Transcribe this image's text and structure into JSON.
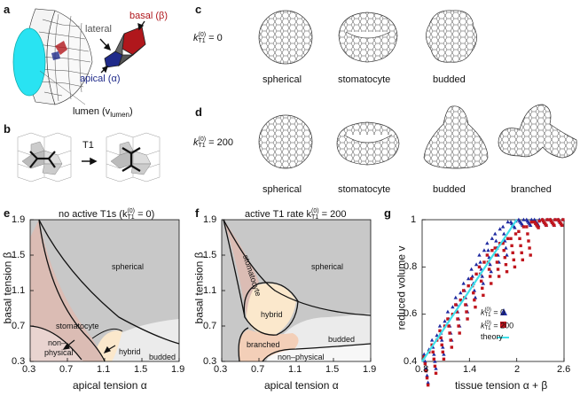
{
  "panels": {
    "a": {
      "letter": "a",
      "labels": {
        "lateral": "lateral",
        "basal": "basal (β)",
        "apical": "apical (α)",
        "lumen_pre": "lumen (v",
        "lumen_sub": "lumen",
        "lumen_post": ")"
      },
      "colors": {
        "lumen": "#29e3f2",
        "basal": "#b0171c",
        "apical": "#1f2a8a",
        "lateral": "#555555"
      }
    },
    "b": {
      "letter": "b",
      "arrow_label": "T1"
    },
    "c": {
      "letter": "c",
      "rate_label": "k",
      "rate_sub": "T1",
      "rate_sup": "(0)",
      "rate_value": " = 0",
      "shapes": [
        "spherical",
        "stomatocyte",
        "budded"
      ]
    },
    "d": {
      "letter": "d",
      "rate_label": "k",
      "rate_sub": "T1",
      "rate_sup": "(0)",
      "rate_value": " = 200",
      "shapes": [
        "spherical",
        "stomatocyte",
        "budded",
        "branched"
      ]
    },
    "e": {
      "letter": "e",
      "title": "no active T1s (k",
      "title_sub": "T1",
      "title_sup": "(0)",
      "title_post": " = 0)",
      "xlabel": "apical tension α",
      "ylabel": "basal tension β",
      "xticks": [
        "0.3",
        "0.7",
        "1.1",
        "1.5",
        "1.9"
      ],
      "yticks": [
        "1.9",
        "1.5",
        "1.1",
        "0.7",
        "0.3"
      ],
      "regions": {
        "spherical": "spherical",
        "stomatocyte": "stomatocyte",
        "non_physical_1": "non–",
        "non_physical_2": "physical",
        "hybrid": "hybrid",
        "budded": "budded"
      }
    },
    "f": {
      "letter": "f",
      "title": "active T1 rate k",
      "title_sub": "T1",
      "title_sup": "(0)",
      "title_post": " = 200",
      "xlabel": "apical tension α",
      "ylabel": "basal tension β",
      "xticks": [
        "0.3",
        "0.7",
        "1.1",
        "1.5",
        "1.9"
      ],
      "yticks": [
        "1.9",
        "1.5",
        "1.1",
        "0.7",
        "0.3"
      ],
      "regions": {
        "spherical": "spherical",
        "stomatocyte": "stomatocyte",
        "hybrid": "hybrid",
        "branched": "branched",
        "budded": "budded",
        "non_physical": "non–physical"
      }
    },
    "g": {
      "letter": "g",
      "xlabel": "tissue tension α + β",
      "ylabel": "reduced volume v",
      "xticks": [
        "0.8",
        "1.4",
        "2",
        "2.6"
      ],
      "yticks": [
        "1",
        "0.8",
        "0.6",
        "0.4"
      ],
      "legend": [
        {
          "prefix": "k",
          "sub": "T1",
          "sup": "(0)",
          "value": " = 0",
          "color": "#1f2aa0",
          "marker": "triangle"
        },
        {
          "prefix": "k",
          "sub": "T1",
          "sup": "(0)",
          "value": " = 200",
          "color": "#c0151d",
          "marker": "square"
        },
        {
          "prefix": "theory",
          "sub": "",
          "sup": "",
          "value": "",
          "color": "#3fe0ea",
          "marker": "line"
        }
      ]
    }
  },
  "chart_data": [
    {
      "type": "area",
      "panel": "e",
      "xlim": [
        0.3,
        1.9
      ],
      "ylim": [
        0.3,
        1.9
      ],
      "regions": [
        "spherical",
        "stomatocyte",
        "non–physical",
        "hybrid",
        "budded"
      ],
      "boundaries": {
        "spherical_lower": [
          [
            0.4,
            1.9
          ],
          [
            0.55,
            1.5
          ],
          [
            0.8,
            1.1
          ],
          [
            1.1,
            0.85
          ],
          [
            1.5,
            0.62
          ],
          [
            1.9,
            0.55
          ]
        ],
        "stomatocyte_right": [
          [
            0.4,
            1.9
          ],
          [
            0.5,
            1.5
          ],
          [
            0.65,
            1.0
          ],
          [
            0.8,
            0.75
          ],
          [
            1.0,
            0.52
          ],
          [
            1.1,
            0.3
          ]
        ]
      }
    },
    {
      "type": "area",
      "panel": "f",
      "xlim": [
        0.3,
        1.9
      ],
      "ylim": [
        0.3,
        1.9
      ],
      "regions": [
        "spherical",
        "stomatocyte",
        "hybrid",
        "branched",
        "budded",
        "non–physical"
      ],
      "boundaries": {
        "spherical_lower": [
          [
            0.3,
            1.9
          ],
          [
            0.55,
            1.3
          ],
          [
            0.9,
            0.95
          ],
          [
            1.3,
            0.72
          ],
          [
            1.9,
            0.62
          ]
        ]
      }
    },
    {
      "type": "scatter",
      "panel": "g",
      "xlim": [
        0.8,
        2.6
      ],
      "ylim": [
        0.4,
        1.0
      ],
      "series": [
        {
          "name": "k_T1^(0) = 0",
          "x": [
            0.85,
            0.95,
            1.05,
            1.15,
            1.25,
            1.35,
            1.45,
            1.55,
            1.65,
            1.75,
            1.85,
            1.95,
            2.05,
            2.15,
            2.25,
            2.35,
            2.45,
            2.55
          ],
          "y": [
            0.43,
            0.49,
            0.55,
            0.61,
            0.67,
            0.73,
            0.79,
            0.85,
            0.9,
            0.94,
            0.97,
            0.99,
            1.0,
            1.0,
            1.0,
            1.0,
            1.0,
            1.0
          ]
        },
        {
          "name": "k_T1^(0) = 200",
          "x": [
            0.85,
            0.95,
            1.05,
            1.15,
            1.25,
            1.35,
            1.45,
            1.55,
            1.65,
            1.75,
            1.85,
            1.95,
            2.05,
            2.15,
            2.25,
            2.35,
            2.45,
            2.55
          ],
          "y": [
            0.42,
            0.47,
            0.53,
            0.58,
            0.64,
            0.7,
            0.75,
            0.8,
            0.85,
            0.88,
            0.9,
            0.92,
            0.95,
            0.97,
            0.99,
            1.0,
            1.0,
            1.0
          ]
        },
        {
          "name": "theory",
          "x": [
            0.8,
            1.0,
            1.2,
            1.4,
            1.6,
            1.8,
            2.0
          ],
          "y": [
            0.4,
            0.5,
            0.6,
            0.7,
            0.8,
            0.9,
            1.0
          ]
        }
      ]
    }
  ]
}
